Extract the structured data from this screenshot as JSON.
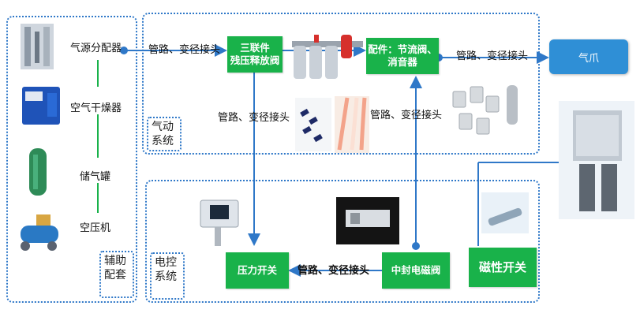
{
  "aux": {
    "items": [
      "气源分配器",
      "空气干燥器",
      "储气罐",
      "空压机"
    ],
    "title": "辅助\n配套"
  },
  "pneumatic": {
    "title": "气动\n系统"
  },
  "electric": {
    "title": "电控\n系统"
  },
  "nodes": {
    "frl": "三联件\n残压释放阀",
    "fittings": "配件：节流阀、\n消音器",
    "gripper": "气爪",
    "pressure_switch": "压力开关",
    "solenoid": "中封电磁阀",
    "magnetic_switch": "磁性开关"
  },
  "edges": {
    "pipe": "管路、变径接头"
  },
  "colors": {
    "dotted": "#2f78c8",
    "green": "#19b24a",
    "blue": "#2f8fd6"
  }
}
